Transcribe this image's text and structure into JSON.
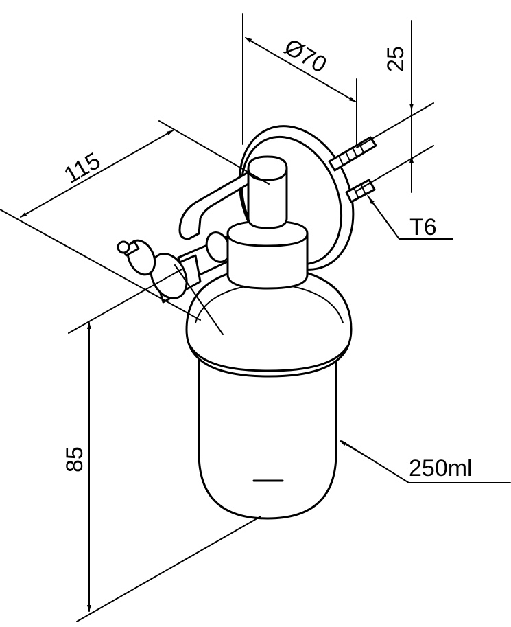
{
  "dimensions": {
    "diameter": "Ø70",
    "screw_spacing": "25",
    "depth": "115",
    "height": "85",
    "screw_type": "T6",
    "volume": "250ml"
  }
}
